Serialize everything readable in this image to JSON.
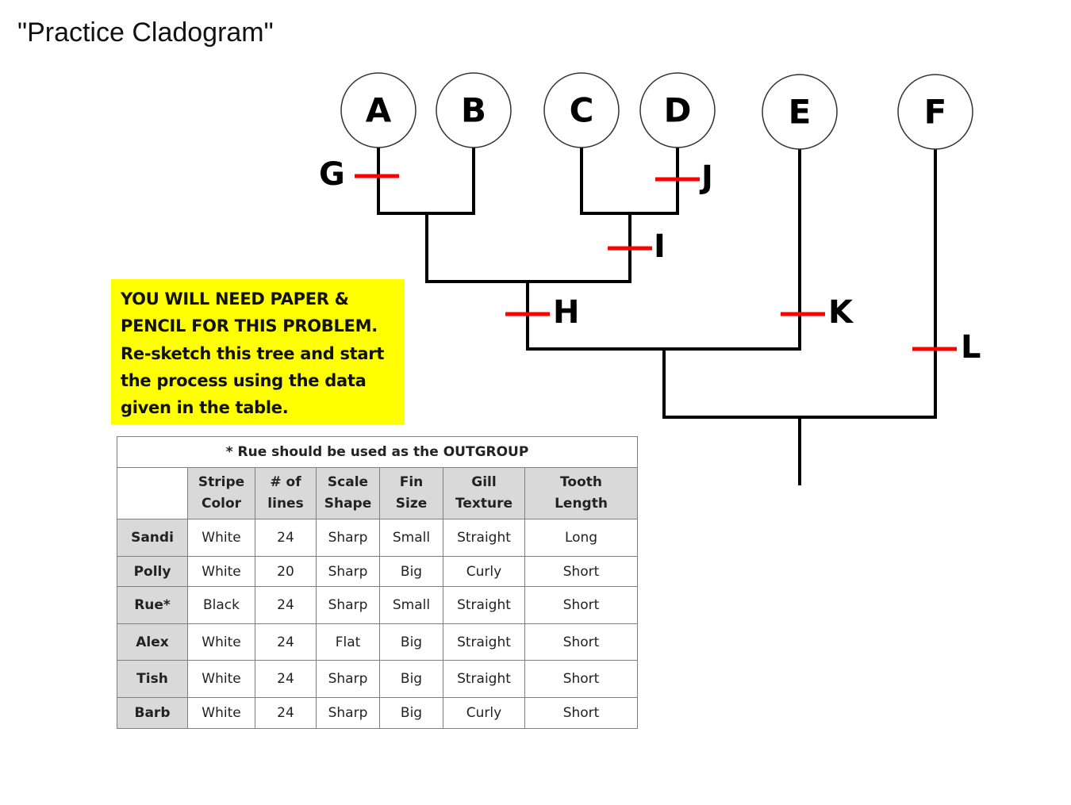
{
  "title": "\"Practice Cladogram\"",
  "cladogram": {
    "taxa": [
      "A",
      "B",
      "C",
      "D",
      "E",
      "F"
    ],
    "traits": [
      "G",
      "H",
      "I",
      "J",
      "K",
      "L"
    ]
  },
  "notice": {
    "lines": [
      "YOU WILL NEED PAPER &",
      "PENCIL FOR THIS PROBLEM.",
      "Re-sketch this tree and start",
      "the process using the data",
      "given in the table."
    ]
  },
  "table": {
    "note": "* Rue should be used as the OUTGROUP",
    "headers": [
      [
        "Stripe",
        "Color"
      ],
      [
        "# of",
        "lines"
      ],
      [
        "Scale",
        "Shape"
      ],
      [
        "Fin",
        "Size"
      ],
      [
        "Gill",
        "Texture"
      ],
      [
        "Tooth",
        "Length"
      ]
    ],
    "rows": [
      {
        "name": "Sandi",
        "cells": [
          "White",
          "24",
          "Sharp",
          "Small",
          "Straight",
          "Long"
        ]
      },
      {
        "name": "Polly",
        "cells": [
          "White",
          "20",
          "Sharp",
          "Big",
          "Curly",
          "Short"
        ]
      },
      {
        "name": "Rue*",
        "cells": [
          "Black",
          "24",
          "Sharp",
          "Small",
          "Straight",
          "Short"
        ]
      },
      {
        "name": "Alex",
        "cells": [
          "White",
          "24",
          "Flat",
          "Big",
          "Straight",
          "Short"
        ]
      },
      {
        "name": "Tish",
        "cells": [
          "White",
          "24",
          "Sharp",
          "Big",
          "Straight",
          "Short"
        ]
      },
      {
        "name": "Barb",
        "cells": [
          "White",
          "24",
          "Sharp",
          "Big",
          "Curly",
          "Short"
        ]
      }
    ]
  },
  "colors": {
    "trait_mark": "#ff0000",
    "notice_bg": "#ffff00",
    "header_bg": "#d9d9d9"
  }
}
